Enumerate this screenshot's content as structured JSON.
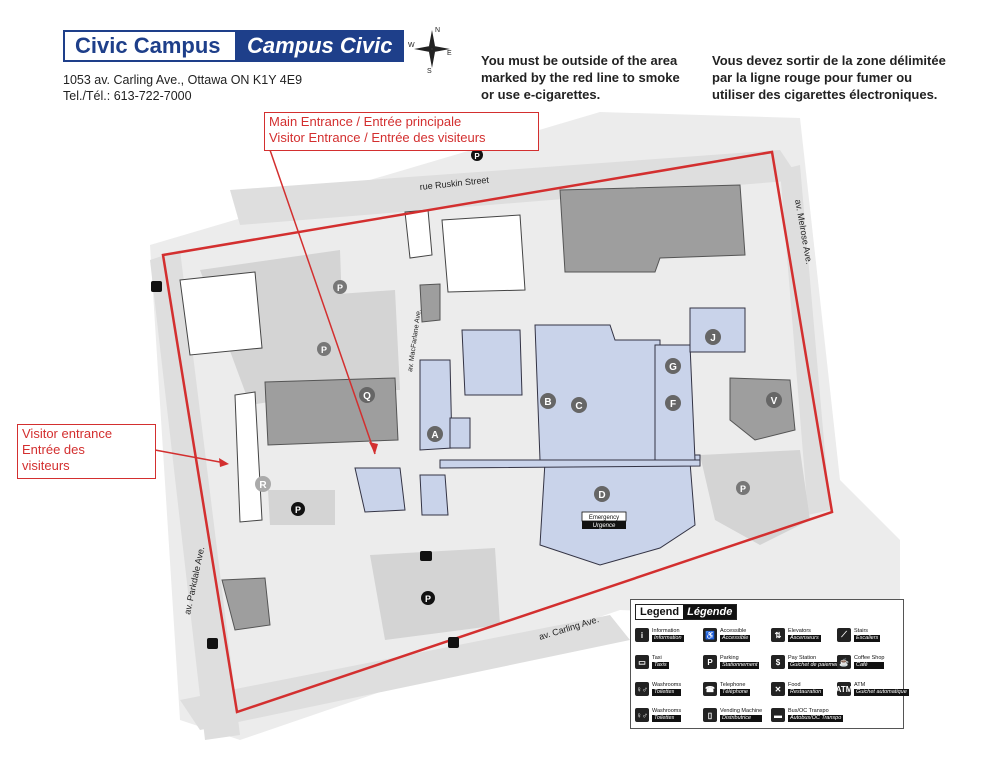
{
  "header": {
    "title_en": "Civic Campus",
    "title_fr": "Campus Civic",
    "address_line1": "1053 av. Carling Ave., Ottawa ON K1Y 4E9",
    "address_line2": "Tel./Tél.: 613-722-7000"
  },
  "compass": {
    "n": "N",
    "s": "S",
    "e": "E",
    "w": "W"
  },
  "notice": {
    "en_line1": "You must be outside of the area",
    "en_line2": "marked by the red line to smoke",
    "en_line3": "or use e-cigarettes.",
    "fr_line1": "Vous devez sortir de la zone délimitée",
    "fr_line2": "par la ligne rouge pour fumer ou",
    "fr_line3": "utiliser des cigarettes électroniques."
  },
  "callouts": {
    "main_line1": "Main Entrance / Entrée principale",
    "main_line2": "Visitor Entrance / Entrée des visiteurs",
    "visitor_line1": "Visitor entrance",
    "visitor_line2": "Entrée des",
    "visitor_line3": "visiteurs"
  },
  "streets": {
    "ruskin": "rue Ruskin Street",
    "melrose": "av. Melrose Ave.",
    "carling": "av. Carling Ave.",
    "parkdale": "av. Parkdale Ave.",
    "macfarlane": "av. MacFarlane Ave."
  },
  "building_letters": {
    "a": "A",
    "b": "B",
    "c": "C",
    "d": "D",
    "f": "F",
    "g": "G",
    "j": "J",
    "q": "Q",
    "r": "R",
    "v": "V"
  },
  "parking_symbol": "P",
  "labels": {
    "emergency_en": "Emergency",
    "emergency_fr": "Urgence"
  },
  "legend": {
    "title_en": "Legend",
    "title_fr": "Légende",
    "items": [
      {
        "icon": "i",
        "en": "Information",
        "fr": "Information"
      },
      {
        "icon": "♿",
        "en": "Accessible",
        "fr": "Accessible"
      },
      {
        "icon": "⇅",
        "en": "Elevators",
        "fr": "Ascenseurs"
      },
      {
        "icon": "⟋",
        "en": "Stairs",
        "fr": "Escaliers"
      },
      {
        "icon": "▭",
        "en": "Taxi",
        "fr": "Taxis"
      },
      {
        "icon": "P",
        "en": "Parking",
        "fr": "Stationnement"
      },
      {
        "icon": "$",
        "en": "Pay Station",
        "fr": "Guichet de paiement"
      },
      {
        "icon": "☕",
        "en": "Coffee Shop",
        "fr": "Café"
      },
      {
        "icon": "♀♂",
        "en": "Washrooms",
        "fr": "Toilettes"
      },
      {
        "icon": "☎",
        "en": "Telephone",
        "fr": "Téléphone"
      },
      {
        "icon": "✕",
        "en": "Food",
        "fr": "Restauration"
      },
      {
        "icon": "ATM",
        "en": "ATM",
        "fr": "Guichet automatique"
      },
      {
        "icon": "♀♂",
        "en": "Washrooms",
        "fr": "Toilettes"
      },
      {
        "icon": "▯",
        "en": "Vending Machine",
        "fr": "Distributrice"
      },
      {
        "icon": "▬",
        "en": "Bus/OC Transpo",
        "fr": "Autobus/OC Transpo"
      }
    ]
  },
  "colors": {
    "brand_blue": "#1e3f8a",
    "boundary_red": "#d32f2f",
    "building_blue": "#c9d3ea",
    "building_gray": "#9e9e9e",
    "ground_gray": "#dcdcdc"
  }
}
